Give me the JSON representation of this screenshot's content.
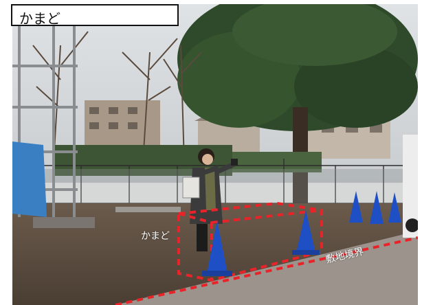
{
  "title": "かまど",
  "labels": {
    "kamado": "かまど",
    "boundary": "敷地境界"
  },
  "colors": {
    "annotation": "#e8242a",
    "cone": "#1f4fc4",
    "frame_border": "#111111"
  }
}
